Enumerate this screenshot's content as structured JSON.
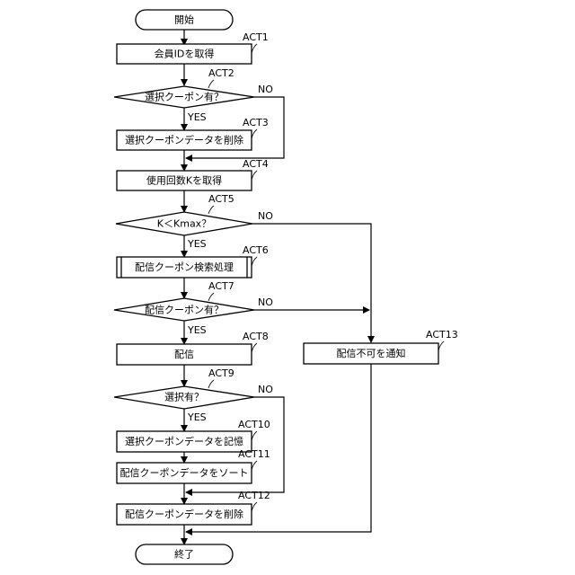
{
  "flowchart": {
    "terminals": {
      "start": "開始",
      "end": "終了"
    },
    "steps": {
      "act1": "会員IDを取得",
      "act2": "選択クーポン有？",
      "act3": "選択クーポンデータを削除",
      "act4": "使用回数Kを取得",
      "act5": "K＜Kmax？",
      "act6": "配信クーポン検索処理",
      "act7": "配信クーポン有？",
      "act8": "配信",
      "act9": "選択有？",
      "act10": "選択クーポンデータを記憶",
      "act11": "配信クーポンデータをソート",
      "act12": "配信クーポンデータを削除",
      "act13": "配信不可を通知"
    },
    "act_labels": {
      "act1": "ACT1",
      "act2": "ACT2",
      "act3": "ACT3",
      "act4": "ACT4",
      "act5": "ACT5",
      "act6": "ACT6",
      "act7": "ACT7",
      "act8": "ACT8",
      "act9": "ACT9",
      "act10": "ACT10",
      "act11": "ACT11",
      "act12": "ACT12",
      "act13": "ACT13"
    },
    "branches": {
      "yes": "YES",
      "no": "NO"
    }
  }
}
